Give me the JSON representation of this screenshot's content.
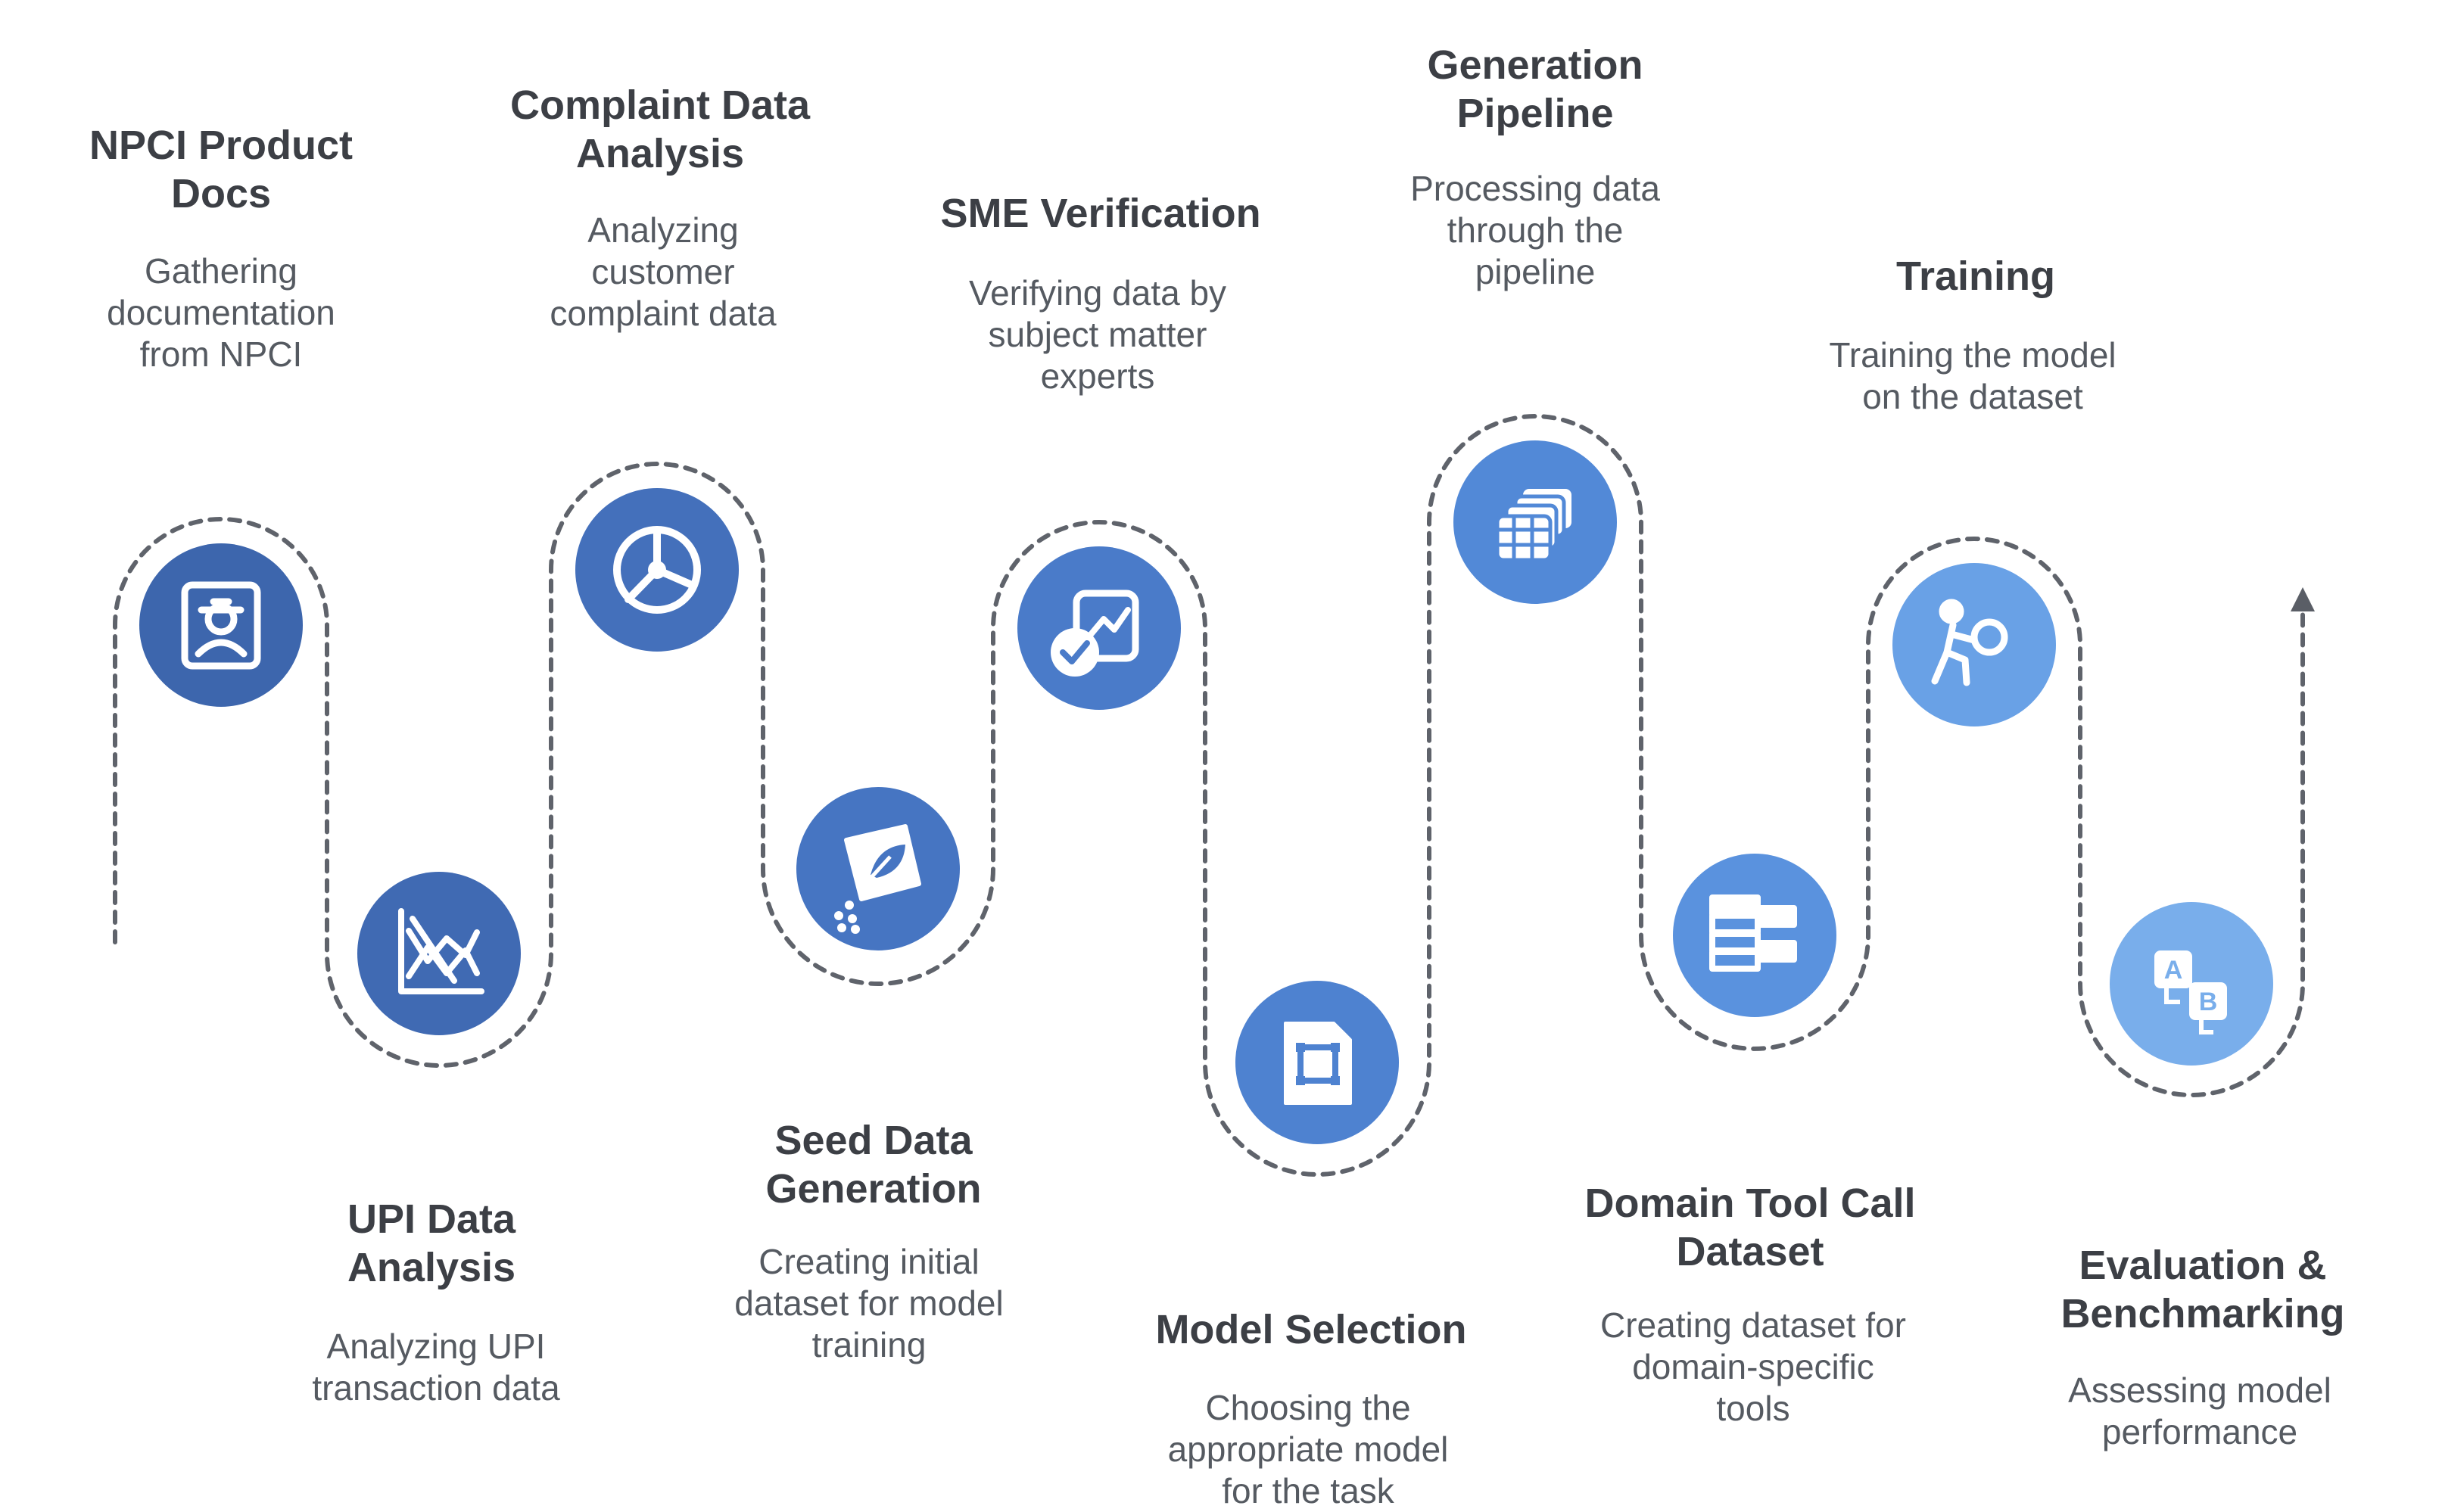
{
  "diagram": {
    "steps": [
      {
        "id": "npci-product-docs",
        "title": "NPCI Product\nDocs",
        "desc": "Gathering\ndocumentation\nfrom NPCI",
        "icon": "document-person-icon",
        "color": "#3d66ad"
      },
      {
        "id": "upi-data-analysis",
        "title": "UPI Data\nAnalysis",
        "desc": "Analyzing UPI\ntransaction data",
        "icon": "line-chart-icon",
        "color": "#406ab3"
      },
      {
        "id": "complaint-data-analysis",
        "title": "Complaint Data\nAnalysis",
        "desc": "Analyzing\ncustomer\ncomplaint data",
        "icon": "pie-chart-icon",
        "color": "#4470bb"
      },
      {
        "id": "seed-data-generation",
        "title": "Seed Data\nGeneration",
        "desc": "Creating initial\ndataset for model\ntraining",
        "icon": "seed-packet-icon",
        "color": "#4675c2"
      },
      {
        "id": "sme-verification",
        "title": "SME Verification",
        "desc": "Verifying data by\nsubject matter\nexperts",
        "icon": "verified-chart-icon",
        "color": "#4a7bc9"
      },
      {
        "id": "model-selection",
        "title": "Model Selection",
        "desc": "Choosing the\nappropriate model\nfor the task",
        "icon": "sim-card-icon",
        "color": "#4e82d0"
      },
      {
        "id": "generation-pipeline",
        "title": "Generation\nPipeline",
        "desc": "Processing data\nthrough the\npipeline",
        "icon": "stacked-tables-icon",
        "color": "#5289d7"
      },
      {
        "id": "domain-tool-call-dataset",
        "title": "Domain Tool Call\nDataset",
        "desc": "Creating dataset for\ndomain-specific\ntools",
        "icon": "tree-table-icon",
        "color": "#5a92de"
      },
      {
        "id": "training",
        "title": "Training",
        "desc": "Training the model\non the dataset",
        "icon": "athlete-ball-icon",
        "color": "#69a1e6"
      },
      {
        "id": "evaluation-benchmarking",
        "title": "Evaluation &\nBenchmarking",
        "desc": "Assessing model\nperformance",
        "icon": "ab-test-icon",
        "color": "#79aeeb"
      }
    ]
  }
}
